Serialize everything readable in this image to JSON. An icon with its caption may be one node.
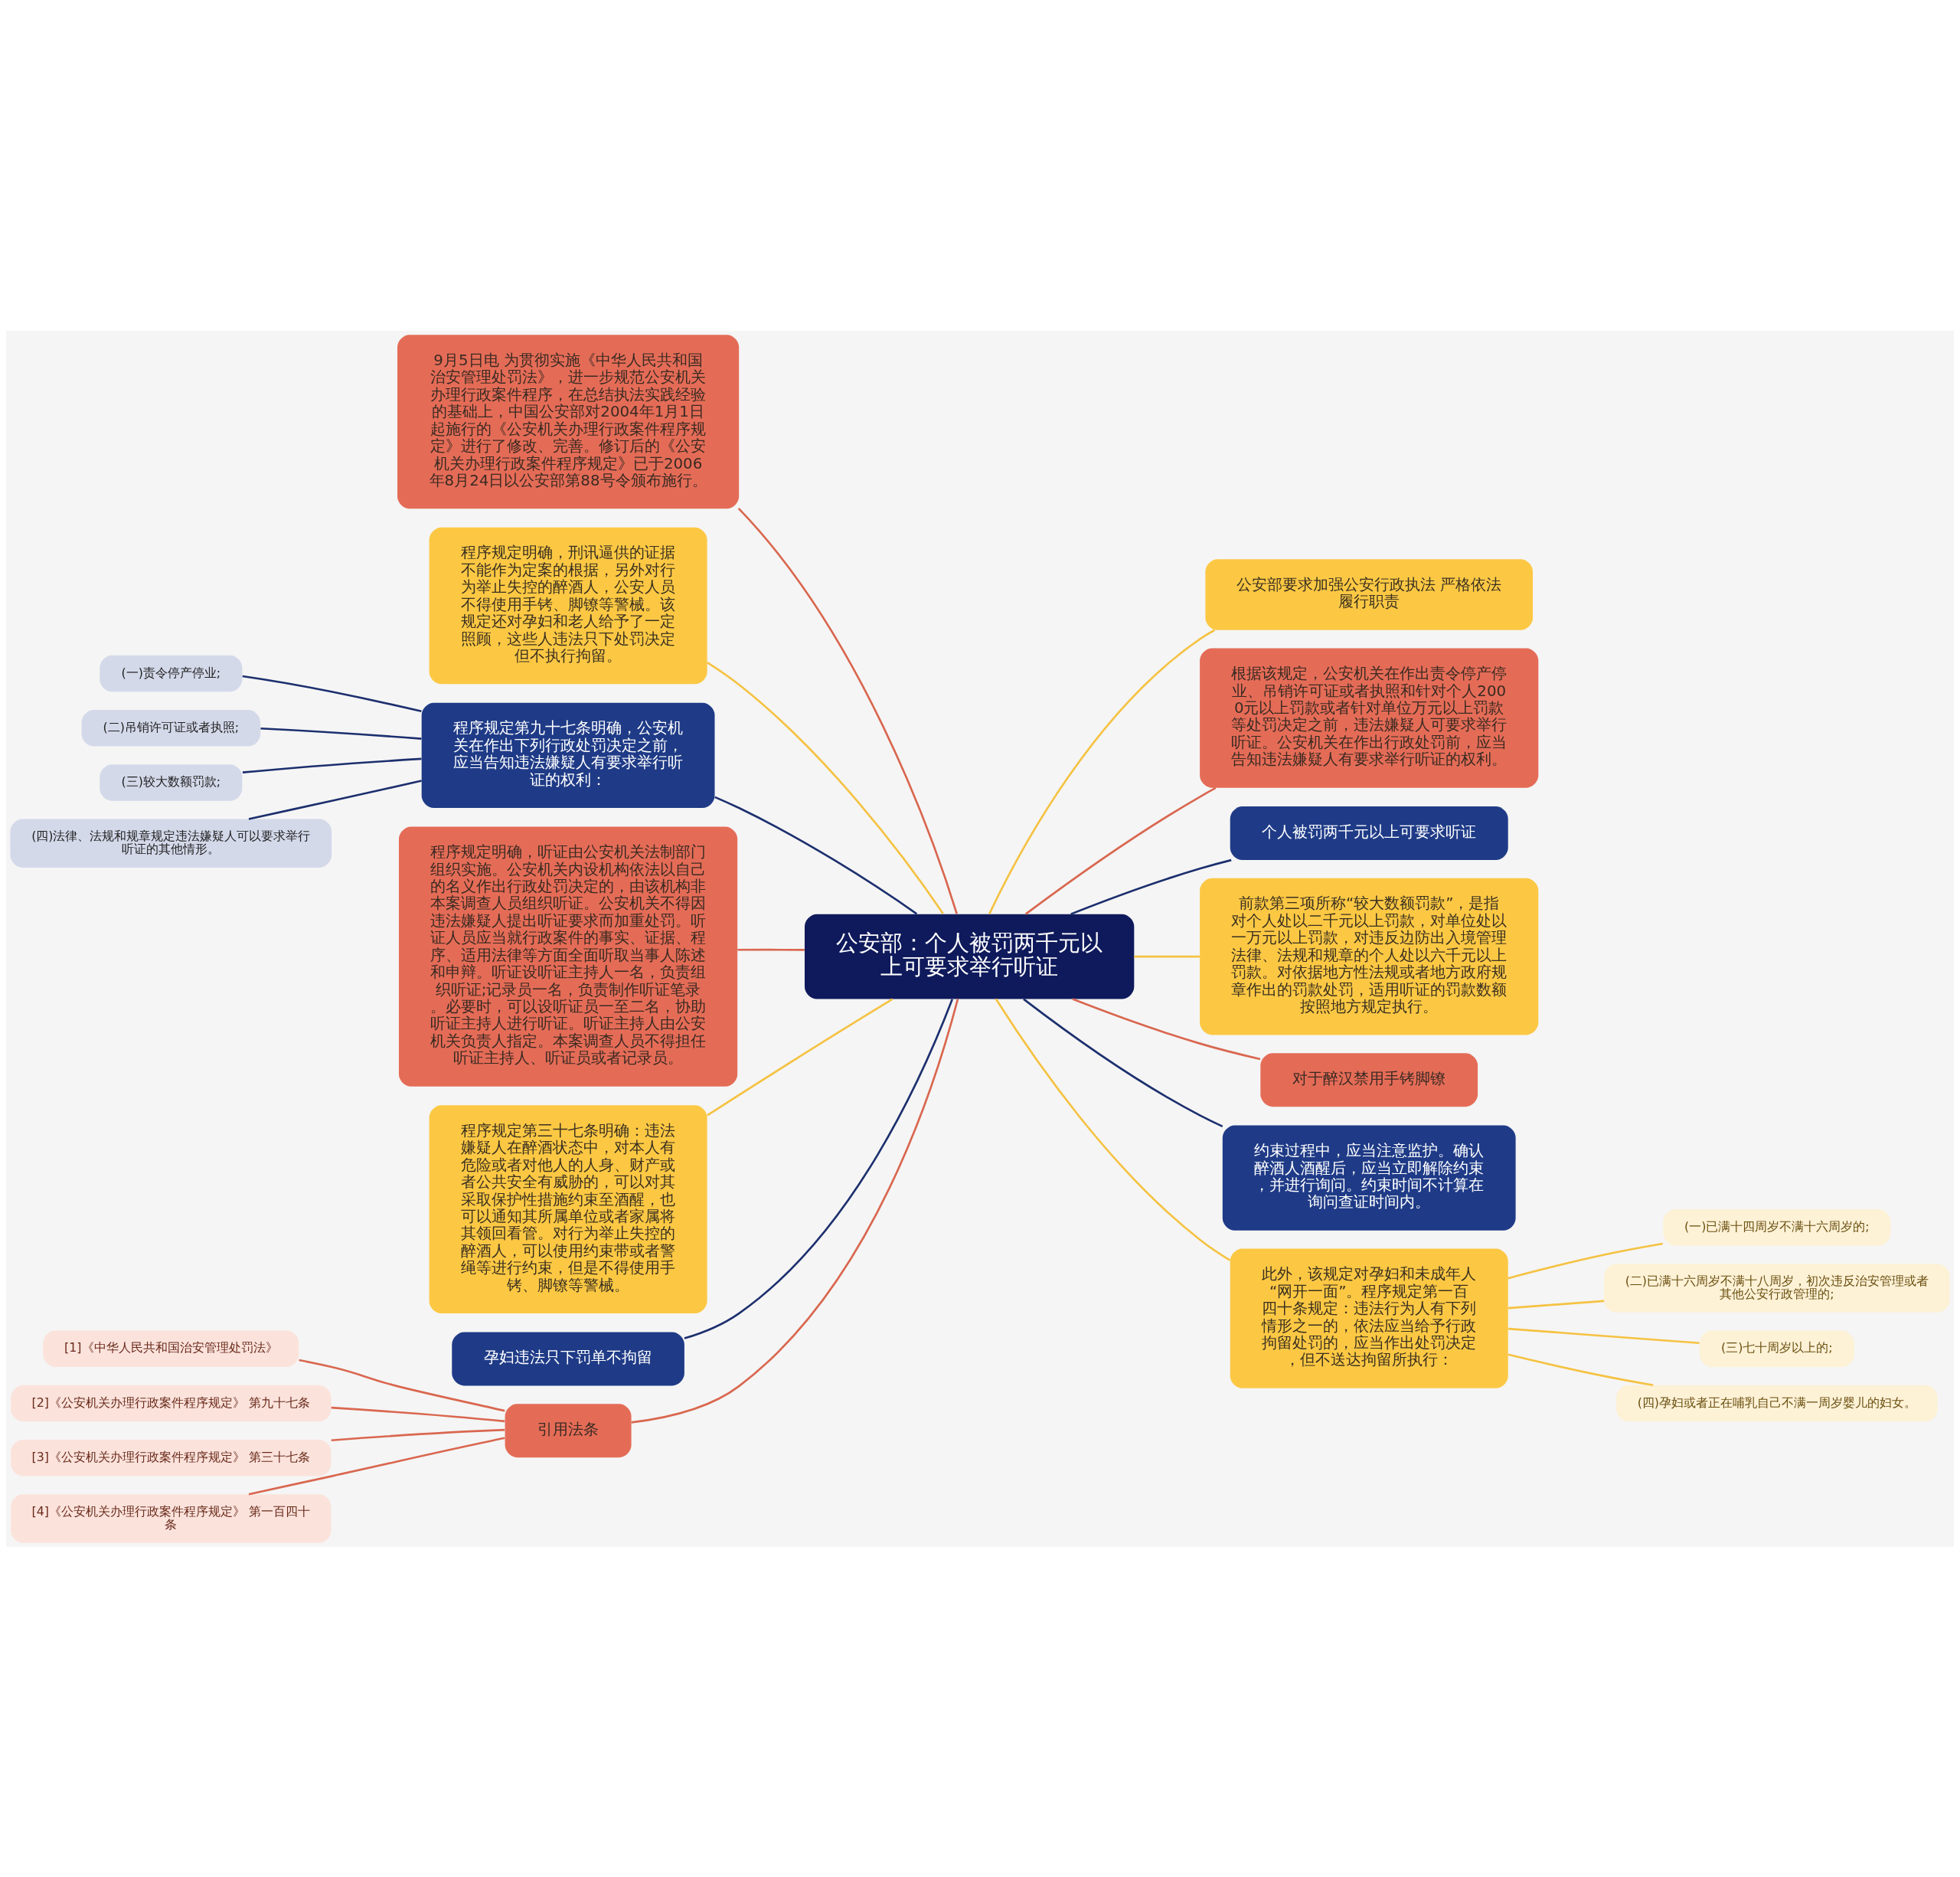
{
  "diagram": {
    "nodes": [
      {
        "text": [
          "公安部：个人被罚两千元以上可要求举行听证"
        ]
      },
      {
        "text": [
          "9月5日电 为贯彻实施《中华人民共和国治安管理处罚法》，进一步规范公安机关办理行政案件程序，在总结执法实践经验的基础上，中国公安部对2004年1月1日起施行的《公安机关办理行政案件程序规定》进行了修改、完善。修订后的《公安机关办理行政案件程序规定》已于2006年8月24日以公安部第88号令颁布施行。"
        ]
      },
      {
        "text": [
          "程序规定明确，刑讯逼供的证据不能作为定案的根据，另外对行为举止失控的醉酒人，公安人员不得使用手铐、脚镣等警械。该规定还对孕妇和老人给予了一定照顾，这些人违法只下处罚决定但不执行拘留。"
        ]
      },
      {
        "text": [
          "程序规定第九十七条明确，公安机关在作出下列行政处罚决定之前，应当告知违法嫌疑人有要求举行听证的权利："
        ]
      },
      {
        "text": [
          "(一)责令停产停业;"
        ]
      },
      {
        "text": [
          "(二)吊销许可证或者执照;"
        ]
      },
      {
        "text": [
          "(三)较大数额罚款;"
        ]
      },
      {
        "text": [
          "(四)法律、法规和规章规定违法嫌疑人可以要求举行听证的其他情形。"
        ]
      },
      {
        "text": [
          "程序规定明确，听证由公安机关法制部门组织实施。公安机关内设机构依法以自己的名义作出行政处罚决定的，由该机构非本案调查人员组织听证。公安机关不得因违法嫌疑人提出听证要求而加重处罚。听证人员应当就行政案件的事实、证据、程序、适用法律等方面全面听取当事人陈述和申辩。听证设听证主持人一名，负责组织听证;记录员一名，负责制作听证笔录。必要时，可以设听证员一至二名，协助听证主持人进行听证。听证主持人由公安机关负责人指定。本案调查人员不得担任听证主持人、听证员或者记录员。"
        ]
      },
      {
        "text": [
          "程序规定第三十七条明确：违法嫌疑人在醉酒状态中，对本人有危险或者对他人的人身、财产或者公共安全有威胁的，可以对其采取保护性措施约束至酒醒，也可以通知其所属单位或者家属将其领回看管。对行为举止失控的醉酒人，可以使用约束带或者警绳等进行约束，但是不得使用手铐、脚镣等警械。"
        ]
      },
      {
        "text": [
          "孕妇违法只下罚单不拘留"
        ]
      },
      {
        "text": [
          "引用法条"
        ]
      },
      {
        "text": [
          "[1]《中华人民共和国治安管理处罚法》"
        ]
      },
      {
        "text": [
          "[2]《公安机关办理行政案件程序规定》 第九十七条"
        ]
      },
      {
        "text": [
          "[3]《公安机关办理行政案件程序规定》 第三十七条"
        ]
      },
      {
        "text": [
          "[4]《公安机关办理行政案件程序规定》 第一百四十条"
        ]
      },
      {
        "text": [
          "公安部要求加强公安行政执法 严格依法履行职责"
        ]
      },
      {
        "text": [
          "根据该规定，公安机关在作出责令停产停业、吊销许可证或者执照和针对个人2000元以上罚款或者针对单位万元以上罚款等处罚决定之前，违法嫌疑人可要求举行听证。公安机关在作出行政处罚前，应当告知违法嫌疑人有要求举行听证的权利。"
        ]
      },
      {
        "text": [
          "个人被罚两千元以上可要求听证"
        ]
      },
      {
        "text": [
          "前款第三项所称“较大数额罚款”，是指对个人处以二千元以上罚款，对单位处以一万元以上罚款，对违反边防出入境管理法律、法规和规章的个人处以六千元以上罚款。对依据地方性法规或者地方政府规章作出的罚款处罚，适用听证的罚款数额按照地方规定执行。"
        ]
      },
      {
        "text": [
          "对于醉汉禁用手铐脚镣"
        ]
      },
      {
        "text": [
          "约束过程中，应当注意监护。确认醉酒人酒醒后，应当立即解除约束，并进行询问。约束时间不计算在询问查证时间内。"
        ]
      },
      {
        "text": [
          "此外，该规定对孕妇和未成年人“网开一面”。程序规定第一百四十条规定：违法行为人有下列情形之一的，依法应当给予行政拘留处罚的，应当作出处罚决定，但不送达拘留所执行："
        ]
      },
      {
        "text": [
          "(一)已满十四周岁不满十六周岁的;"
        ]
      },
      {
        "text": [
          "(二)已满十六周岁不满十八周岁，初次违反治安管理或者其他公安行政管理的;"
        ]
      },
      {
        "text": [
          "(三)七十周岁以上的;"
        ]
      },
      {
        "text": [
          "(四)孕妇或者正在哺乳自己不满一周岁婴儿的妇女。"
        ]
      }
    ],
    "edges": [
      {
        "from": 0,
        "to": 1,
        "arrow": "none",
        "color": "#d9674f"
      },
      {
        "from": 0,
        "to": 2,
        "arrow": "none",
        "color": "#f5c242"
      },
      {
        "from": 0,
        "to": 3,
        "arrow": "none",
        "color": "#1c2f6e"
      },
      {
        "from": 3,
        "to": 4,
        "arrow": "none",
        "color": "#1c2f6e"
      },
      {
        "from": 3,
        "to": 5,
        "arrow": "none",
        "color": "#1c2f6e"
      },
      {
        "from": 3,
        "to": 6,
        "arrow": "none",
        "color": "#1c2f6e"
      },
      {
        "from": 3,
        "to": 7,
        "arrow": "none",
        "color": "#1c2f6e"
      },
      {
        "from": 0,
        "to": 8,
        "arrow": "none",
        "color": "#d9674f"
      },
      {
        "from": 0,
        "to": 9,
        "arrow": "none",
        "color": "#f5c242"
      },
      {
        "from": 0,
        "to": 10,
        "arrow": "none",
        "color": "#1c2f6e"
      },
      {
        "from": 0,
        "to": 11,
        "arrow": "none",
        "color": "#d9674f"
      },
      {
        "from": 11,
        "to": 12,
        "arrow": "none",
        "color": "#d9674f"
      },
      {
        "from": 11,
        "to": 13,
        "arrow": "none",
        "color": "#d9674f"
      },
      {
        "from": 11,
        "to": 14,
        "arrow": "none",
        "color": "#d9674f"
      },
      {
        "from": 11,
        "to": 15,
        "arrow": "none",
        "color": "#d9674f"
      },
      {
        "from": 0,
        "to": 16,
        "arrow": "none",
        "color": "#f5c242"
      },
      {
        "from": 0,
        "to": 17,
        "arrow": "none",
        "color": "#d9674f"
      },
      {
        "from": 0,
        "to": 18,
        "arrow": "none",
        "color": "#1c2f6e"
      },
      {
        "from": 0,
        "to": 19,
        "arrow": "none",
        "color": "#f5c242"
      },
      {
        "from": 0,
        "to": 20,
        "arrow": "none",
        "color": "#d9674f"
      },
      {
        "from": 0,
        "to": 21,
        "arrow": "none",
        "color": "#1c2f6e"
      },
      {
        "from": 0,
        "to": 22,
        "arrow": "none",
        "color": "#f5c242"
      },
      {
        "from": 22,
        "to": 23,
        "arrow": "none",
        "color": "#f5c242"
      },
      {
        "from": 22,
        "to": 24,
        "arrow": "none",
        "color": "#f5c242"
      },
      {
        "from": 22,
        "to": 25,
        "arrow": "none",
        "color": "#f5c242"
      },
      {
        "from": 22,
        "to": 26,
        "arrow": "none",
        "color": "#f5c242"
      }
    ]
  }
}
